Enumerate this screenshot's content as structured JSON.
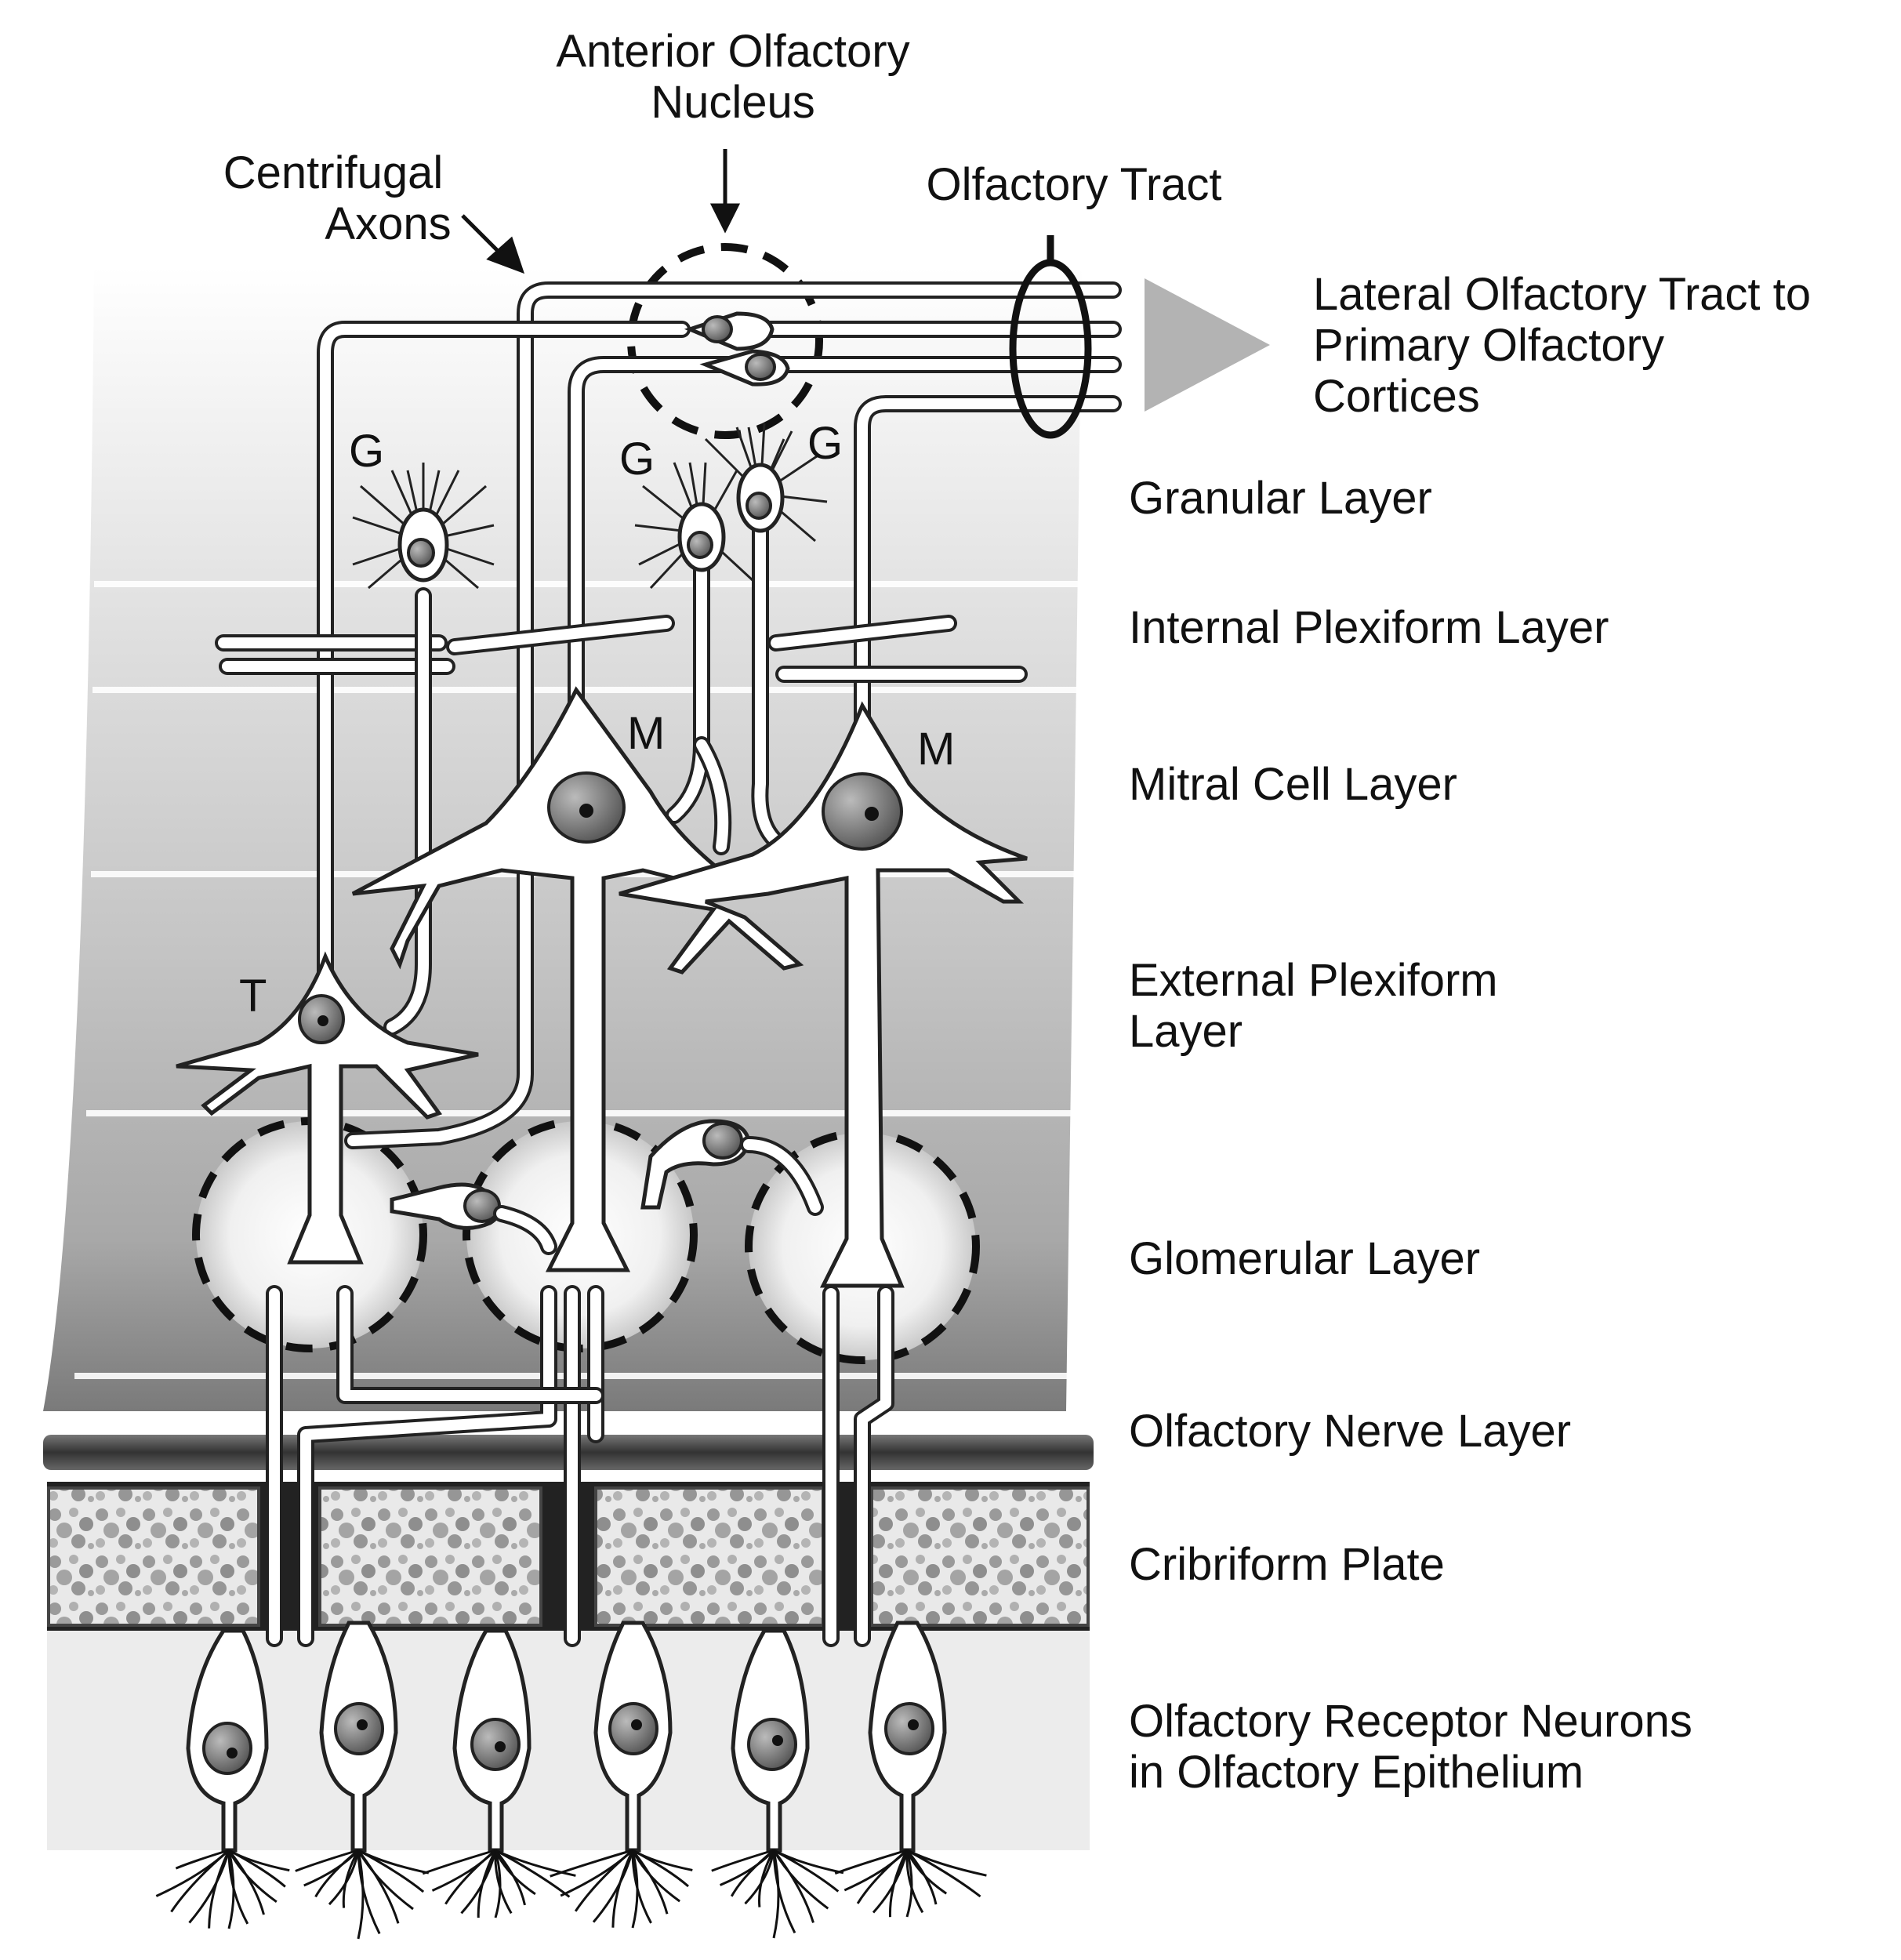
{
  "top_labels": {
    "anterior_olfactory_nucleus": [
      "Anterior Olfactory",
      "Nucleus"
    ],
    "centrifugal_axons": [
      "Centrifugal",
      "Axons"
    ],
    "olfactory_tract": "Olfactory Tract"
  },
  "projection_label": [
    "Lateral Olfactory Tract to",
    "Primary Olfactory",
    "Cortices"
  ],
  "layers": [
    {
      "lines": [
        "Granular Layer"
      ]
    },
    {
      "lines": [
        "Internal Plexiform Layer"
      ]
    },
    {
      "lines": [
        "Mitral Cell Layer"
      ]
    },
    {
      "lines": [
        "External Plexiform",
        "Layer"
      ]
    },
    {
      "lines": [
        "Glomerular Layer"
      ]
    },
    {
      "lines": [
        "Olfactory Nerve Layer"
      ]
    },
    {
      "lines": [
        "Cribriform Plate"
      ]
    },
    {
      "lines": [
        "Olfactory Receptor Neurons",
        "in Olfactory Epithelium"
      ]
    }
  ],
  "cell_letters": {
    "granule_1": "G",
    "granule_2": "G",
    "granule_3": "G",
    "mitral_1": "M",
    "mitral_2": "M",
    "tufted": "T"
  }
}
